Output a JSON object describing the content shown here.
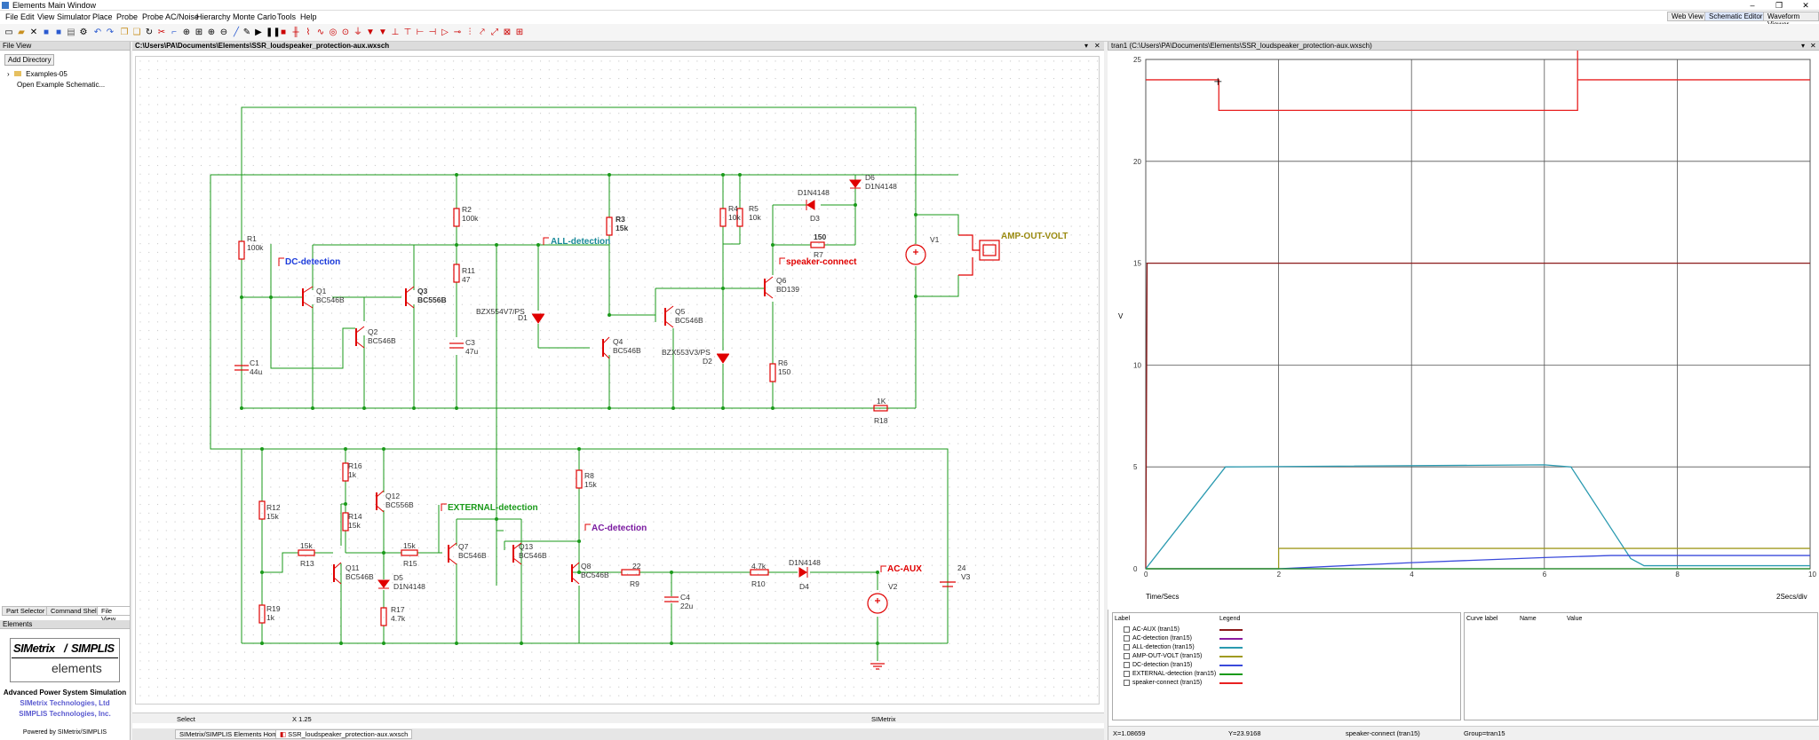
{
  "window": {
    "title": "Elements Main Window",
    "minimize": "–",
    "maximize": "❐",
    "close": "✕"
  },
  "menu": [
    "File",
    "Edit",
    "View",
    "Simulator",
    "Place",
    "Probe",
    "Probe AC/Noise",
    "Hierarchy",
    "Monte Carlo",
    "Tools",
    "Help"
  ],
  "view_tabs": [
    "Web View",
    "Schematic Editor",
    "Waveform Viewer"
  ],
  "left_panel": {
    "header": "File View",
    "add_directory": "Add Directory",
    "tree": [
      {
        "label": "Examples-05",
        "icon": "folder-icon"
      },
      {
        "label": "Open Example Schematic...",
        "icon": ""
      }
    ],
    "tabs": [
      "Part Selector",
      "Command Shell",
      "File View"
    ],
    "elements_header": "Elements",
    "logo_simetrix": "SIMetrix",
    "logo_simplis": "SIMPLIS",
    "logo_elements": "elements",
    "tagline": "Advanced Power System Simulation",
    "company1": "SIMetrix Technologies, Ltd",
    "company2": "SIMPLIS Technologies, Inc.",
    "powered": "Powered by SIMetrix/SIMPLIS"
  },
  "schematic": {
    "path": "C:\\Users\\PA\\Documents\\Elements\\SSR_loudspeaker_protection-aux.wxsch",
    "status_left": "Select",
    "status_coord": "X 1.25",
    "status_right": "SIMetrix",
    "doc_tabs": [
      "SIMetrix/SIMPLIS Elements Home",
      "SSR_loudspeaker_protection-aux.wxsch"
    ],
    "labels": {
      "r1": "R1",
      "r1v": "100k",
      "r2": "R2",
      "r2v": "100k",
      "r3": "R3",
      "r3v": "15k",
      "r4": "R4",
      "r4v": "10k",
      "r5": "R5",
      "r5v": "10k",
      "r6": "R6",
      "r6v": "150",
      "r7": "R7",
      "r7v": "150",
      "r11": "R11",
      "r11v": "47",
      "r18": "R18",
      "r18v": "1K",
      "c1": "C1",
      "c1v": "44u",
      "c3": "C3",
      "c3v": "47u",
      "c4": "C4",
      "c4v": "22u",
      "q1": "Q1",
      "q1v": "BC546B",
      "q2": "Q2",
      "q2v": "BC546B",
      "q3": "Q3",
      "q3v": "BC556B",
      "q4": "Q4",
      "q4v": "BC546B",
      "q5": "Q5",
      "q5v": "BC546B",
      "q6": "Q6",
      "q6v": "BD139",
      "d1": "D1",
      "d1v": "BZX554V7/PS",
      "d2": "D2",
      "d2v": "BZX553V3/PS",
      "d3": "D3",
      "d3v": "D1N4148",
      "d6": "D6",
      "d6v": "D1N4148",
      "v1": "V1",
      "r12": "R12",
      "r12v": "15k",
      "r13": "R13",
      "r13v": "15k",
      "r14": "R14",
      "r14v": "15k",
      "r15": "R15",
      "r15v": "15k",
      "r16": "R16",
      "r16v": "1k",
      "r17": "R17",
      "r17v": "4.7k",
      "r19": "R19",
      "r19v": "1k",
      "r8": "R8",
      "r8v": "15k",
      "r9": "R9",
      "r9v": "22",
      "r10": "R10",
      "r10v": "4.7k",
      "q7": "Q7",
      "q7v": "BC546B",
      "q8": "Q8",
      "q8v": "BC546B",
      "q11": "Q11",
      "q11v": "BC546B",
      "q12": "Q12",
      "q12v": "BC556B",
      "q13": "Q13",
      "q13v": "BC546B",
      "d4": "D4",
      "d4v": "D1N4148",
      "d5": "D5",
      "d5v": "D1N4148",
      "v2": "V2",
      "v3": "V3",
      "v3v": "24"
    },
    "probes": {
      "dc": "DC-detection",
      "all": "ALL-detection",
      "speaker": "speaker-connect",
      "amp": "AMP-OUT-VOLT",
      "external": "EXTERNAL-detection",
      "ac": "AC-detection",
      "aux": "AC-AUX"
    },
    "colors": {
      "wire": "#1a9a1a",
      "part": "#e00000",
      "dc": "#1a3adb",
      "all": "#1a8a9a",
      "speaker": "#e00000",
      "amp": "#9a8a10",
      "external": "#1a9a1a",
      "ac": "#7a1aa0",
      "aux": "#e00000"
    }
  },
  "waveform": {
    "title": "tran1 (C:\\Users\\PA\\Documents\\Elements\\SSR_loudspeaker_protection-aux.wxsch)",
    "x_axis_label": "Time/Secs",
    "x_div": "2Secs/div",
    "y_axis_label": "V",
    "legend_col_label": "Label",
    "legend_col_legend": "Legend",
    "cursor_cols": [
      "Curve label",
      "Name",
      "Value"
    ],
    "status_x": "X=1.08659",
    "status_y": "Y=23.9168",
    "status_curve": "speaker-connect (tran15)",
    "status_group": "Group=tran15"
  },
  "chart_data": {
    "type": "line",
    "xlabel": "Time/Secs",
    "ylabel": "V",
    "xlim": [
      0,
      10
    ],
    "ylim": [
      0,
      25
    ],
    "xticks": [
      0,
      2,
      4,
      6,
      8,
      10
    ],
    "yticks": [
      0,
      5,
      10,
      15,
      20,
      25
    ],
    "grid": true,
    "series": [
      {
        "name": "AC-AUX (tran15)",
        "color": "#8b1a1a",
        "x": [
          0,
          0.02,
          10
        ],
        "y": [
          0,
          15,
          15
        ]
      },
      {
        "name": "AC-detection (tran15)",
        "color": "#8a1aa0",
        "x": [
          0,
          10
        ],
        "y": [
          0,
          0
        ]
      },
      {
        "name": "ALL-detection (tran15)",
        "color": "#2a9ab0",
        "x": [
          0,
          1.2,
          6,
          6.4,
          7,
          7.3,
          7.5,
          10
        ],
        "y": [
          0,
          5,
          5.1,
          5,
          2,
          0.5,
          0.15,
          0.15
        ]
      },
      {
        "name": "AMP-OUT-VOLT (tran15)",
        "color": "#a09a20",
        "x": [
          0,
          2,
          2,
          10
        ],
        "y": [
          0,
          0,
          1,
          1
        ]
      },
      {
        "name": "DC-detection (tran15)",
        "color": "#3a4adb",
        "x": [
          0,
          2,
          4,
          6,
          7,
          10
        ],
        "y": [
          0,
          0,
          0.3,
          0.55,
          0.65,
          0.65
        ]
      },
      {
        "name": "EXTERNAL-detection (tran15)",
        "color": "#1a9a1a",
        "x": [
          0,
          10
        ],
        "y": [
          0,
          0
        ]
      },
      {
        "name": "speaker-connect (tran15)",
        "color": "#e82020",
        "x": [
          0,
          1.1,
          1.1,
          6.5,
          6.5,
          6.5,
          10
        ],
        "y": [
          24,
          24,
          22.5,
          22.5,
          25.5,
          24,
          24
        ]
      }
    ]
  }
}
